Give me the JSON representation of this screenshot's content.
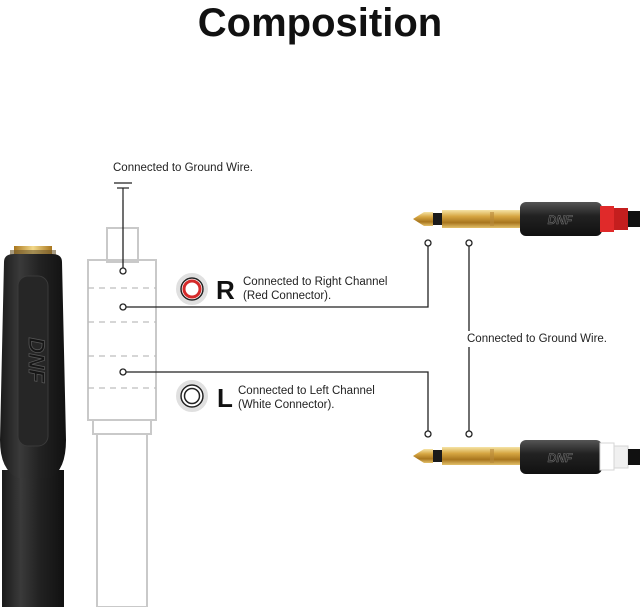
{
  "title": "Composition",
  "ground_top": {
    "text": "Connected to Ground Wire."
  },
  "ground_right": {
    "text": "Connected to Ground Wire."
  },
  "right_channel": {
    "letter": "R",
    "line1": "Connected to Right Channel",
    "line2": "(Red Connector).",
    "ring_color": "#d42a2a"
  },
  "left_channel": {
    "letter": "L",
    "line1": "Connected to Left Channel",
    "line2": "(White Connector).",
    "ring_color": "#222222"
  },
  "colors": {
    "cable": "#1c1c1c",
    "gold": "#d4a640",
    "red_collar": "#e02a2a",
    "white_collar": "#ffffff",
    "line": "#222222"
  },
  "icons": [
    "ground-symbol-icon",
    "red-ring-icon",
    "white-ring-icon",
    "dnf-logo-icon"
  ]
}
